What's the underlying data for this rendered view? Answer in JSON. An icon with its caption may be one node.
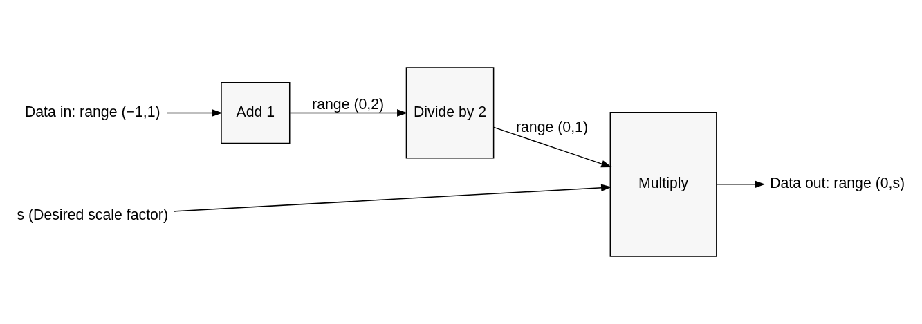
{
  "diagram": {
    "nodes": [
      {
        "text": [
          "Data in: range (−1,1)"
        ]
      },
      {
        "text": [
          "Add 1"
        ]
      },
      {
        "text": [
          "Divide by 2"
        ]
      },
      {
        "text": [
          "Multiply"
        ]
      },
      {
        "text": [
          "Data out: range (0,s)"
        ]
      },
      {
        "text": [
          "s (Desired scale factor)"
        ]
      }
    ],
    "edges": [
      {
        "from": 0,
        "to": 1,
        "arrow": "to"
      },
      {
        "from": 1,
        "to": 2,
        "arrow": "to",
        "label": "range (0,2)"
      },
      {
        "from": 2,
        "to": 3,
        "arrow": "to",
        "label": "range (0,1)"
      },
      {
        "from": 3,
        "to": 4,
        "arrow": "to"
      },
      {
        "from": 5,
        "to": 3,
        "arrow": "to"
      }
    ]
  }
}
